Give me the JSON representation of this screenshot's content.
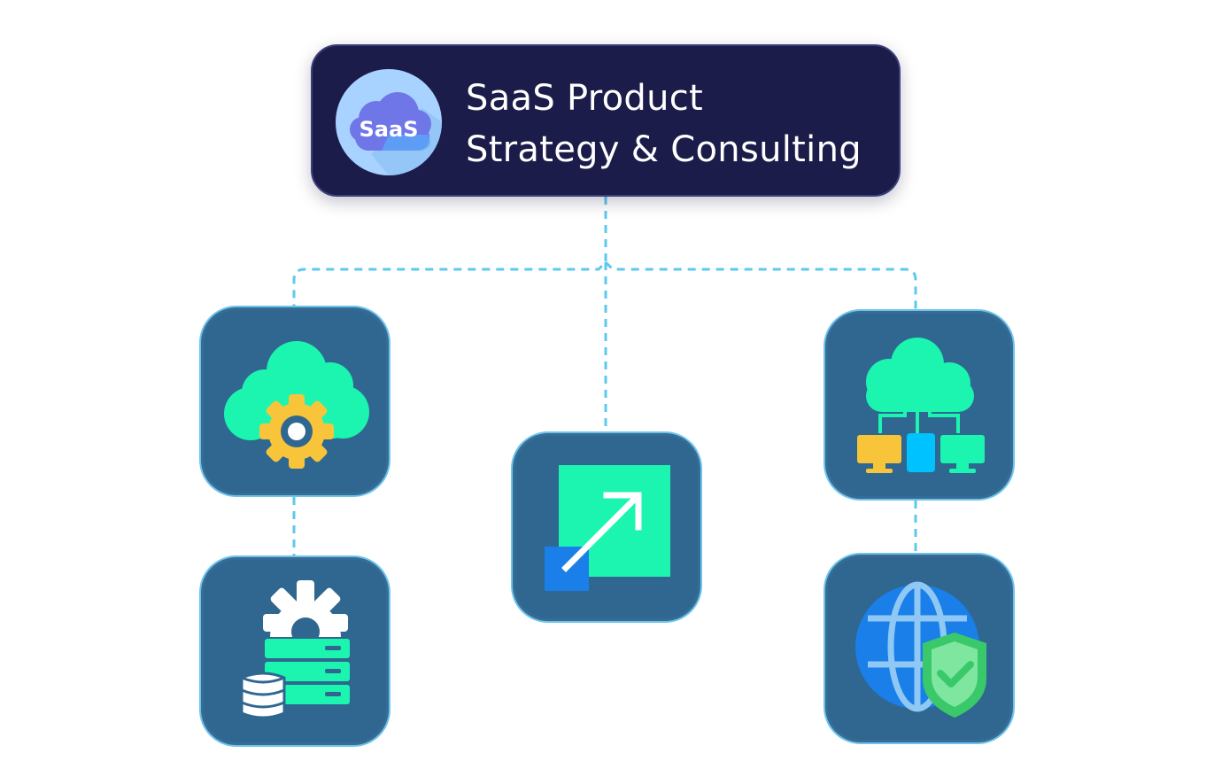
{
  "root": {
    "logo_text": "SaaS",
    "title_line1": "SaaS Product",
    "title_line2": "Strategy & Consulting"
  },
  "colors": {
    "card_dark": "#1c1c4a",
    "node_fill": "#2f6790",
    "node_border": "#6cc3ec",
    "connector": "#5ec8ee",
    "accent_green": "#1cf5b0",
    "accent_yellow": "#f8c43a",
    "accent_blue": "#1a7fe8"
  },
  "nodes": [
    {
      "icon": "cloud-gear-icon"
    },
    {
      "icon": "server-database-icon"
    },
    {
      "icon": "scale-expand-icon"
    },
    {
      "icon": "cloud-network-icon"
    },
    {
      "icon": "globe-shield-icon"
    }
  ]
}
